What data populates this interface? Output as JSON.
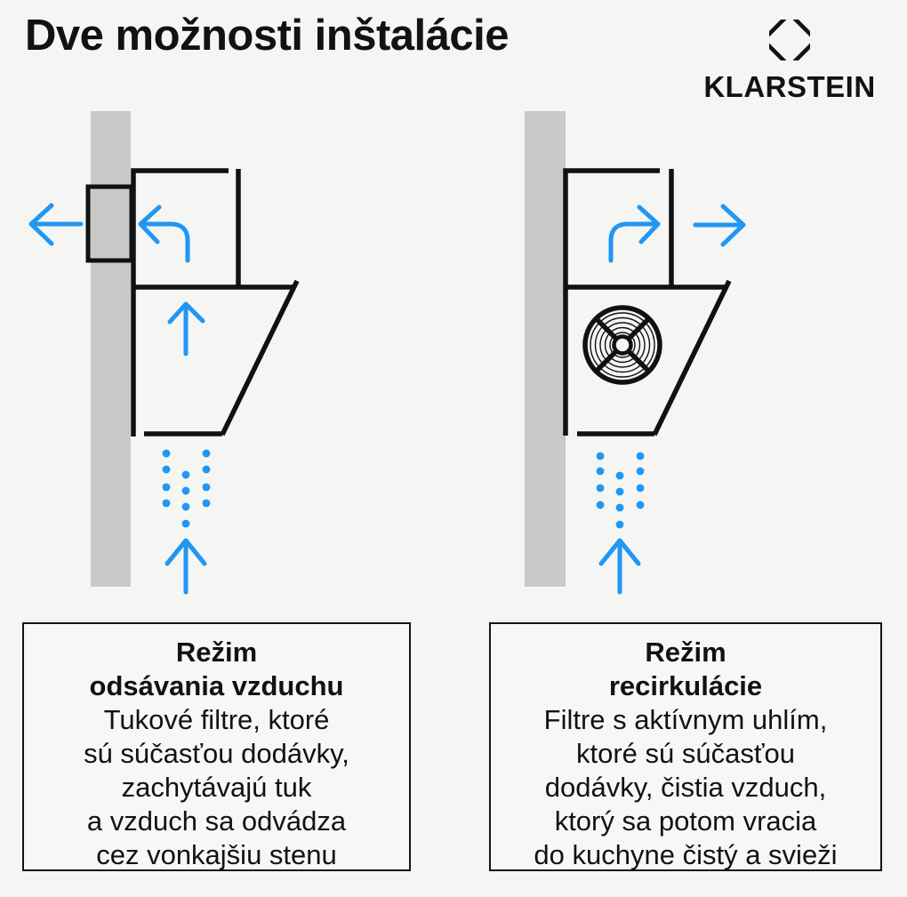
{
  "header": {
    "title": "Dve možnosti inštalácie",
    "brand": "KLARSTEIN"
  },
  "colors": {
    "background": "#f5f5f3",
    "box_bg": "#f7f7f5",
    "line_black": "#111111",
    "wall_gray": "#c9c9c9",
    "accent_blue": "#2196f3",
    "box_border": "#141414"
  },
  "icons": {
    "brand_mark": "octagon-with-diamond-cutout",
    "left_diagram": "wall-mounted-hood-extraction-airflow",
    "right_diagram": "wall-mounted-hood-recirculation-airflow-with-fan-filter",
    "fan": "carbon-filter-fan",
    "arrows": "blue-airflow-direction-arrows",
    "dots": "air-intake-dots"
  },
  "boxes": [
    {
      "heading_lines": [
        "Režim",
        "odsávania vzduchu"
      ],
      "body_lines": [
        "Tukové filtre, ktoré",
        "sú súčasťou dodávky,",
        "zachytávajú tuk",
        "a vzduch sa odvádza",
        "cez vonkajšiu stenu"
      ]
    },
    {
      "heading_lines": [
        "Režim",
        "recirkulácie"
      ],
      "body_lines": [
        "Filtre s aktívnym uhlím,",
        "ktoré sú súčasťou",
        "dodávky, čistia vzduch,",
        "ktorý sa potom vracia",
        "do kuchyne čistý a svieži"
      ]
    }
  ]
}
